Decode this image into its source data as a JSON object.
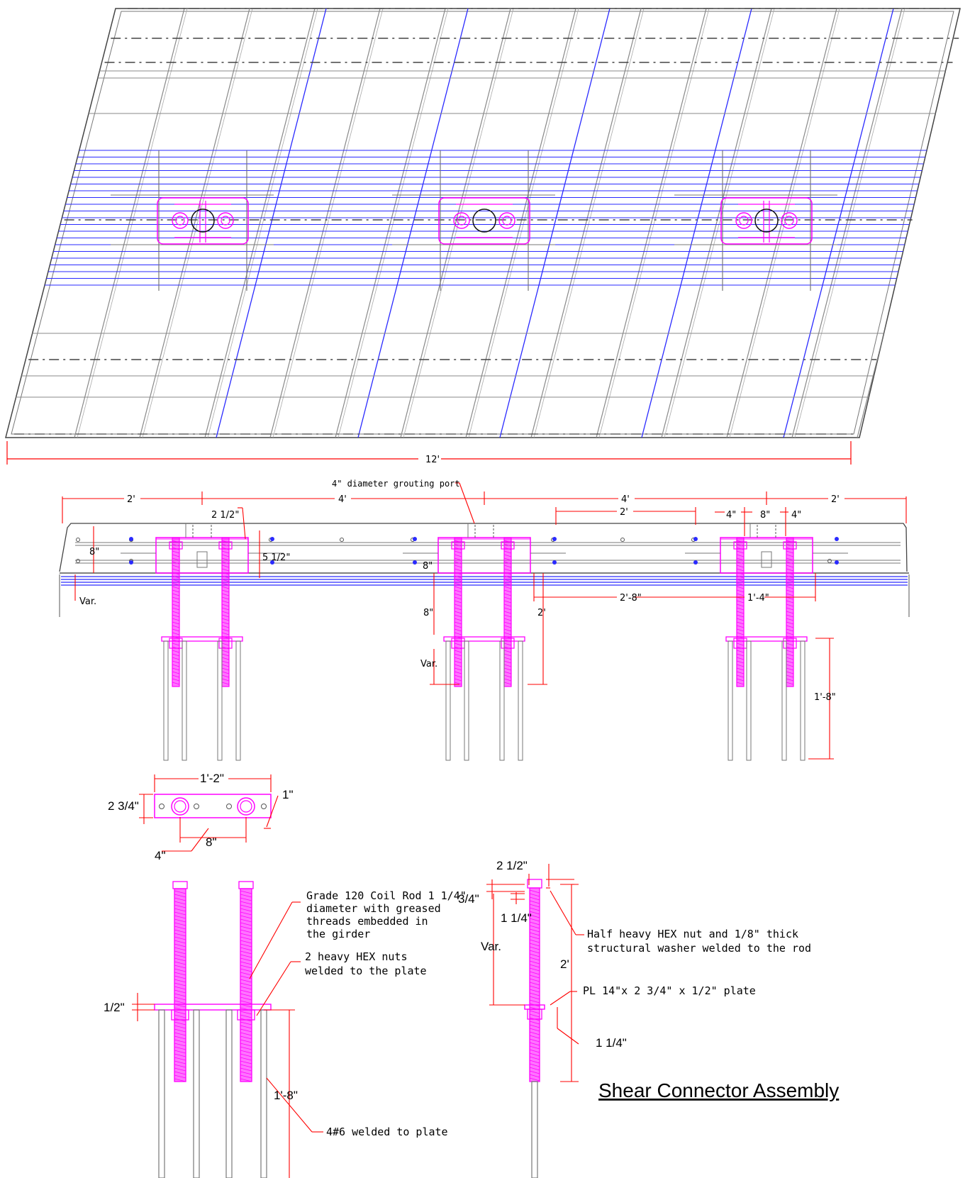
{
  "colors": {
    "rebar": "#2a2aff",
    "steel": "#ff00ff",
    "dimension": "#ff0000",
    "concrete": "#555555"
  },
  "plan": {
    "dim_width": "12'"
  },
  "section": {
    "note_port": "4\" diameter grouting port",
    "dims": {
      "a1": "2'",
      "a2": "4'",
      "a3": "4'",
      "a4": "2'",
      "b1": "2'",
      "b2": "4\"",
      "b3": "8\"",
      "b4": "4\"",
      "c1": "2 1/2\"",
      "c2": "8\"",
      "c3": "5 1/2\"",
      "c4": "8\"",
      "c5": "Var.",
      "c6": "2'-8\"",
      "c7": "1'-4\"",
      "c8": "8\"",
      "c9": "Var.",
      "c10": "2'",
      "c11": "1'-8\""
    }
  },
  "plate_plan": {
    "d1": "1'-2\"",
    "d2": "2 3/4\"",
    "d3": "1\"",
    "d4": "8\"",
    "d5": "4\""
  },
  "assembly": {
    "note_rod": [
      "Grade 120 Coil Rod 1 1/4\"",
      "diameter with greased",
      "threads embedded in",
      "the girder"
    ],
    "note_nuts": [
      "2 heavy HEX nuts",
      "welded to the plate"
    ],
    "note_bars": "4#6  welded to plate",
    "d_plate": "1/2\"",
    "d_bars": "1'-8\""
  },
  "side": {
    "note_washer": [
      "Half heavy HEX nut and 1/8\" thick",
      "structural washer welded to the rod"
    ],
    "note_plate": "PL 14\"x 2 3/4\" x 1/2\" plate",
    "e1": "2 1/2\"",
    "e2": "3/4\"",
    "e3": "1 1/4\"",
    "e4": "Var.",
    "e5": "2'",
    "e6": "1 1/4\""
  },
  "title": "Shear Connector Assembly"
}
